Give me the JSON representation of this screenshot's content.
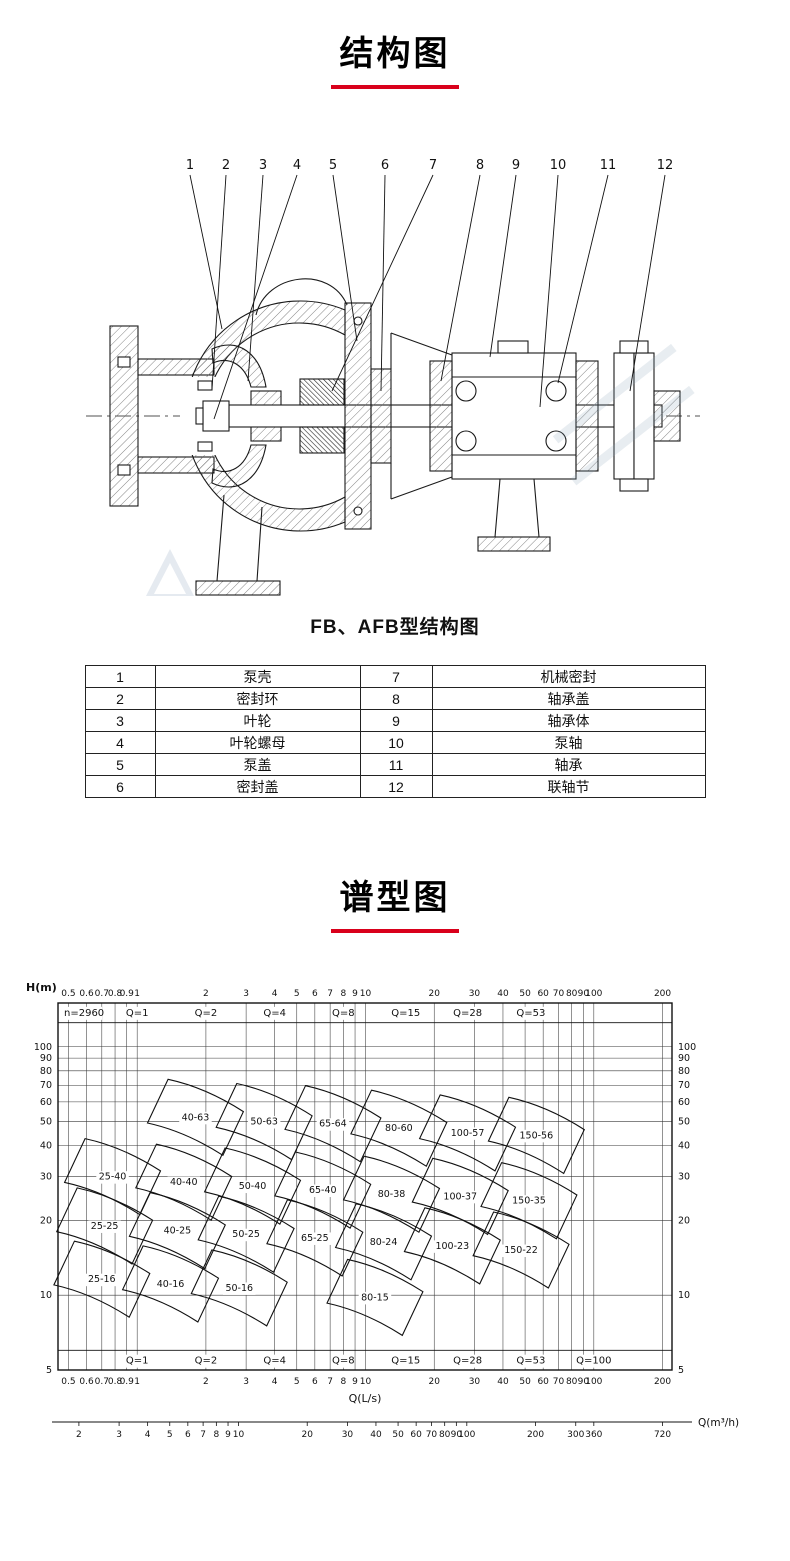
{
  "page": {
    "section1_title": "结构图",
    "section2_title": "谱型图",
    "accent_color": "#d9001b"
  },
  "structure_diagram": {
    "caption": "FB、AFB型结构图",
    "callouts": [
      "1",
      "2",
      "3",
      "4",
      "5",
      "6",
      "7",
      "8",
      "9",
      "10",
      "11",
      "12"
    ]
  },
  "parts_table": {
    "rows": [
      [
        "1",
        "泵壳",
        "7",
        "机械密封"
      ],
      [
        "2",
        "密封环",
        "8",
        "轴承盖"
      ],
      [
        "3",
        "叶轮",
        "9",
        "轴承体"
      ],
      [
        "4",
        "叶轮螺母",
        "10",
        "泵轴"
      ],
      [
        "5",
        "泵盖",
        "11",
        "轴承"
      ],
      [
        "6",
        "密封盖",
        "12",
        "联轴节"
      ]
    ]
  },
  "chart_data": {
    "type": "scatter",
    "title": "谱型图",
    "speed_label": "n=2960",
    "ylabel": "H(m)",
    "xlabel_ls": "Q(L/s)",
    "xlabel_m3h": "Q(m³/h)",
    "scale": "log-log",
    "grid": true,
    "x_range_ls": [
      0.45,
      220
    ],
    "y_range": [
      5,
      150
    ],
    "x_ticks_ls": [
      0.5,
      0.6,
      0.7,
      0.8,
      0.9,
      1,
      2,
      3,
      4,
      5,
      6,
      7,
      8,
      9,
      10,
      20,
      30,
      40,
      50,
      60,
      70,
      80,
      90,
      100,
      200
    ],
    "x_ticks_m3h": [
      2,
      3,
      4,
      5,
      6,
      7,
      8,
      9,
      10,
      20,
      30,
      40,
      50,
      60,
      70,
      80,
      90,
      100,
      200,
      300,
      360,
      720
    ],
    "y_ticks": [
      5,
      10,
      20,
      30,
      40,
      50,
      60,
      70,
      80,
      90,
      100
    ],
    "top_flow_labels": [
      {
        "label": "Q=1",
        "q_ls": 1
      },
      {
        "label": "Q=2",
        "q_ls": 2
      },
      {
        "label": "Q=4",
        "q_ls": 4
      },
      {
        "label": "Q=8",
        "q_ls": 8
      },
      {
        "label": "Q=15",
        "q_ls": 15
      },
      {
        "label": "Q=28",
        "q_ls": 28
      },
      {
        "label": "Q=53",
        "q_ls": 53
      }
    ],
    "bottom_flow_labels": [
      {
        "label": "Q=1",
        "q_ls": 1
      },
      {
        "label": "Q=2",
        "q_ls": 2
      },
      {
        "label": "Q=4",
        "q_ls": 4
      },
      {
        "label": "Q=8",
        "q_ls": 8
      },
      {
        "label": "Q=15",
        "q_ls": 15
      },
      {
        "label": "Q=28",
        "q_ls": 28
      },
      {
        "label": "Q=53",
        "q_ls": 53
      },
      {
        "label": "Q=100",
        "q_ls": 100
      }
    ],
    "models": [
      {
        "label": "40-63",
        "q_ls": 1.8,
        "h_m": 52
      },
      {
        "label": "50-63",
        "q_ls": 3.6,
        "h_m": 50
      },
      {
        "label": "65-64",
        "q_ls": 7.2,
        "h_m": 49
      },
      {
        "label": "80-60",
        "q_ls": 14,
        "h_m": 47
      },
      {
        "label": "100-57",
        "q_ls": 28,
        "h_m": 45
      },
      {
        "label": "150-56",
        "q_ls": 56,
        "h_m": 44
      },
      {
        "label": "25-40",
        "q_ls": 0.78,
        "h_m": 30
      },
      {
        "label": "40-40",
        "q_ls": 1.6,
        "h_m": 28.5
      },
      {
        "label": "50-40",
        "q_ls": 3.2,
        "h_m": 27.5
      },
      {
        "label": "65-40",
        "q_ls": 6.5,
        "h_m": 26.5
      },
      {
        "label": "80-38",
        "q_ls": 13,
        "h_m": 25.5
      },
      {
        "label": "100-37",
        "q_ls": 26,
        "h_m": 25
      },
      {
        "label": "150-35",
        "q_ls": 52,
        "h_m": 24
      },
      {
        "label": "25-25",
        "q_ls": 0.72,
        "h_m": 19
      },
      {
        "label": "40-25",
        "q_ls": 1.5,
        "h_m": 18.2
      },
      {
        "label": "50-25",
        "q_ls": 3.0,
        "h_m": 17.6
      },
      {
        "label": "65-25",
        "q_ls": 6.0,
        "h_m": 17
      },
      {
        "label": "80-24",
        "q_ls": 12,
        "h_m": 16.4
      },
      {
        "label": "100-23",
        "q_ls": 24,
        "h_m": 15.8
      },
      {
        "label": "150-22",
        "q_ls": 48,
        "h_m": 15.2
      },
      {
        "label": "25-16",
        "q_ls": 0.7,
        "h_m": 11.6
      },
      {
        "label": "40-16",
        "q_ls": 1.4,
        "h_m": 11.1
      },
      {
        "label": "50-16",
        "q_ls": 2.8,
        "h_m": 10.7
      },
      {
        "label": "80-15",
        "q_ls": 11,
        "h_m": 9.8
      }
    ]
  }
}
